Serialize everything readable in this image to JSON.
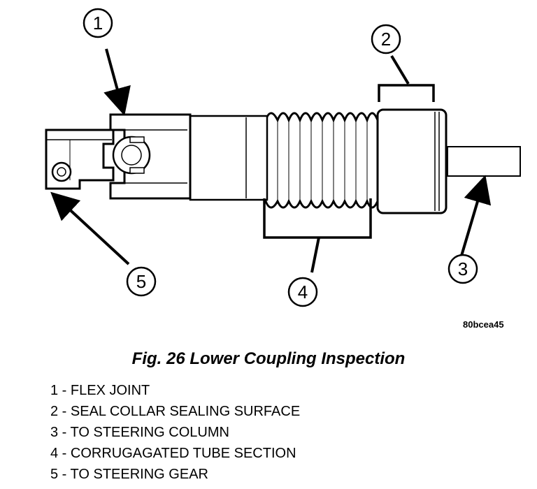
{
  "figure": {
    "image_code": "80bcea45",
    "callouts": [
      {
        "number": "1"
      },
      {
        "number": "2"
      },
      {
        "number": "3"
      },
      {
        "number": "4"
      },
      {
        "number": "5"
      }
    ]
  },
  "caption": "Fig. 26 Lower Coupling Inspection",
  "legend": [
    "1 - FLEX JOINT",
    "2 - SEAL COLLAR SEALING SURFACE",
    "3 - TO STEERING COLUMN",
    "4 - CORRUGAGATED TUBE SECTION",
    "5 - TO STEERING GEAR"
  ]
}
